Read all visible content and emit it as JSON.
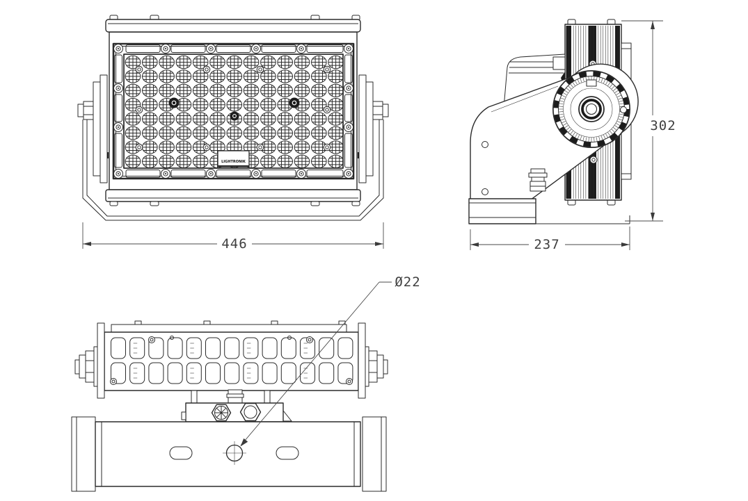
{
  "drawing": {
    "type": "technical-orthographic-drawing",
    "subject": "LED flood light fixture - front, side and bottom views",
    "dims": {
      "front_width": "446",
      "side_height": "302",
      "side_depth": "237",
      "hole_diameter": "Ø22"
    },
    "brand_label": "LIGHTRONIK",
    "colors": {
      "background": "#ffffff",
      "line": "#2b2b2b",
      "dim_text": "#3f3f3f",
      "dark_fill": "#1c1c1c"
    }
  }
}
